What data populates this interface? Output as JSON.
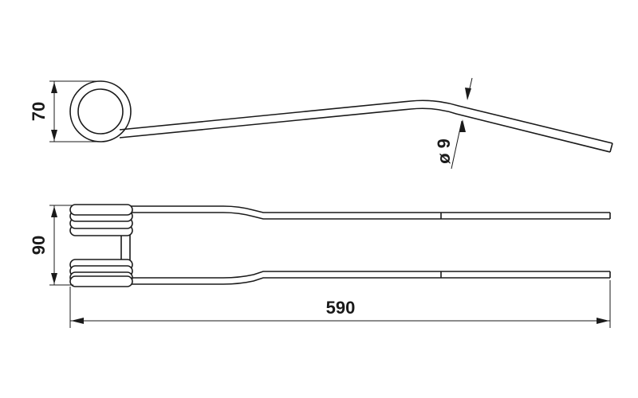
{
  "dimensions": {
    "coil_height": "70",
    "wire_diameter": "ø 9",
    "tine_spread": "90",
    "overall_length": "590"
  },
  "colors": {
    "line": "#1a1a1a",
    "background": "#ffffff"
  }
}
